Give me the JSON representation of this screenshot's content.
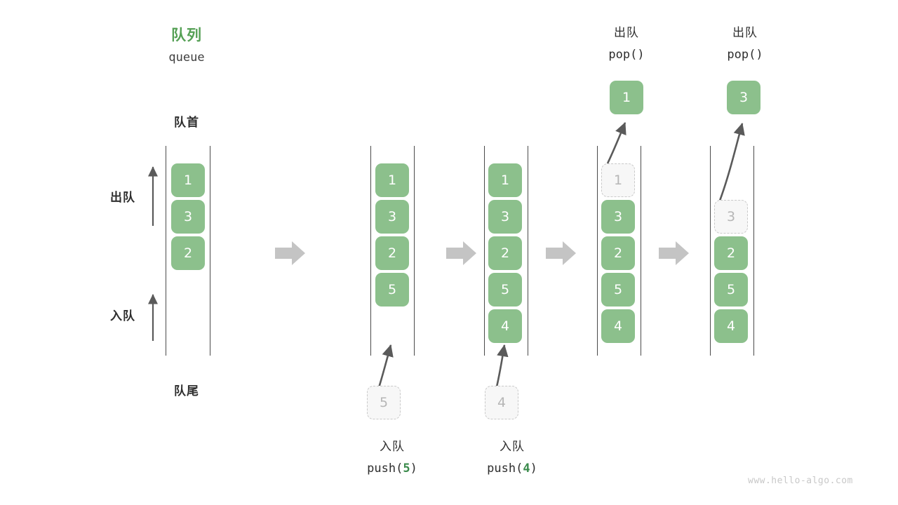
{
  "page": {
    "watermark": "www.hello-algo.com",
    "accent_green": "#55a055",
    "cell_green": "#8cc08c",
    "code_highlight_green": "#3b8b4c",
    "ghost_gray": "#b6b6b6",
    "arrow_gray": "#5a5a5a",
    "block_arrow_gray": "#c4c4c4"
  },
  "header": {
    "title_cn": "队列",
    "title_en": "queue"
  },
  "labels": {
    "front": "队首",
    "rear": "队尾",
    "dequeue": "出队",
    "enqueue": "入队"
  },
  "chart_data": {
    "type": "diagram",
    "title": "队列 queue",
    "description": "Queue FIFO operations: initial state, two pushes, two pops",
    "stages": [
      {
        "id": "stage-initial",
        "caption_cn": "",
        "caption_code": "",
        "cells": [
          {
            "value": "1",
            "state": "filled",
            "row": 0
          },
          {
            "value": "3",
            "state": "filled",
            "row": 1
          },
          {
            "value": "2",
            "state": "filled",
            "row": 2
          }
        ],
        "incoming": null,
        "outgoing": null
      },
      {
        "id": "stage-push-5",
        "caption_cn": "入队",
        "caption_code_prefix": "push(",
        "caption_code_arg": "5",
        "caption_code_suffix": ")",
        "cells": [
          {
            "value": "1",
            "state": "filled",
            "row": 0
          },
          {
            "value": "3",
            "state": "filled",
            "row": 1
          },
          {
            "value": "2",
            "state": "filled",
            "row": 2
          },
          {
            "value": "5",
            "state": "filled",
            "row": 3
          }
        ],
        "incoming": {
          "value": "5",
          "state": "ghost"
        },
        "outgoing": null
      },
      {
        "id": "stage-push-4",
        "caption_cn": "入队",
        "caption_code_prefix": "push(",
        "caption_code_arg": "4",
        "caption_code_suffix": ")",
        "cells": [
          {
            "value": "1",
            "state": "filled",
            "row": 0
          },
          {
            "value": "3",
            "state": "filled",
            "row": 1
          },
          {
            "value": "2",
            "state": "filled",
            "row": 2
          },
          {
            "value": "5",
            "state": "filled",
            "row": 3
          },
          {
            "value": "4",
            "state": "filled",
            "row": 4
          }
        ],
        "incoming": {
          "value": "4",
          "state": "ghost"
        },
        "outgoing": null
      },
      {
        "id": "stage-pop-1",
        "caption_top_cn": "出队",
        "caption_top_code": "pop()",
        "cells": [
          {
            "value": "1",
            "state": "ghost",
            "row": 0
          },
          {
            "value": "3",
            "state": "filled",
            "row": 1
          },
          {
            "value": "2",
            "state": "filled",
            "row": 2
          },
          {
            "value": "5",
            "state": "filled",
            "row": 3
          },
          {
            "value": "4",
            "state": "filled",
            "row": 4
          }
        ],
        "outgoing": {
          "value": "1",
          "state": "filled"
        }
      },
      {
        "id": "stage-pop-3",
        "caption_top_cn": "出队",
        "caption_top_code": "pop()",
        "cells": [
          {
            "value": "3",
            "state": "ghost",
            "row": 1
          },
          {
            "value": "2",
            "state": "filled",
            "row": 2
          },
          {
            "value": "5",
            "state": "filled",
            "row": 3
          },
          {
            "value": "4",
            "state": "filled",
            "row": 4
          }
        ],
        "outgoing": {
          "value": "3",
          "state": "filled"
        }
      }
    ],
    "transitions": [
      "→",
      "→",
      "→",
      "→"
    ]
  }
}
